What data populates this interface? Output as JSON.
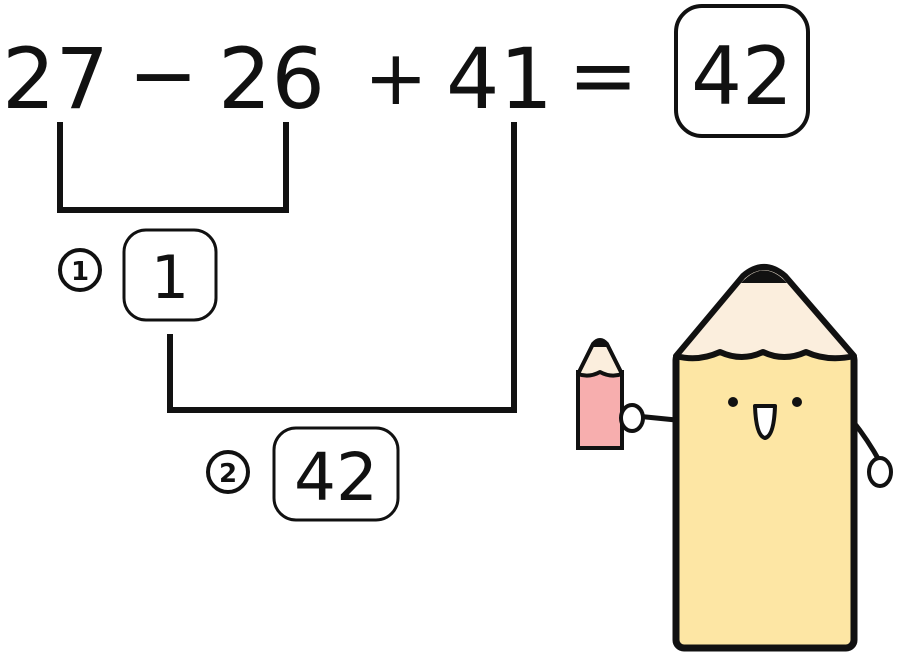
{
  "equation": {
    "a": "27",
    "minus": "−",
    "b": "26",
    "plus": "+",
    "c": "41",
    "equals": "=",
    "answer": "42"
  },
  "steps": [
    {
      "marker": "①",
      "result": "1"
    },
    {
      "marker": "②",
      "result": "42"
    }
  ],
  "colors": {
    "ink": "#111111",
    "pencil_body": "#fde6a4",
    "pencil_wood": "#fbeedd",
    "small_pencil": "#f7aeae"
  }
}
